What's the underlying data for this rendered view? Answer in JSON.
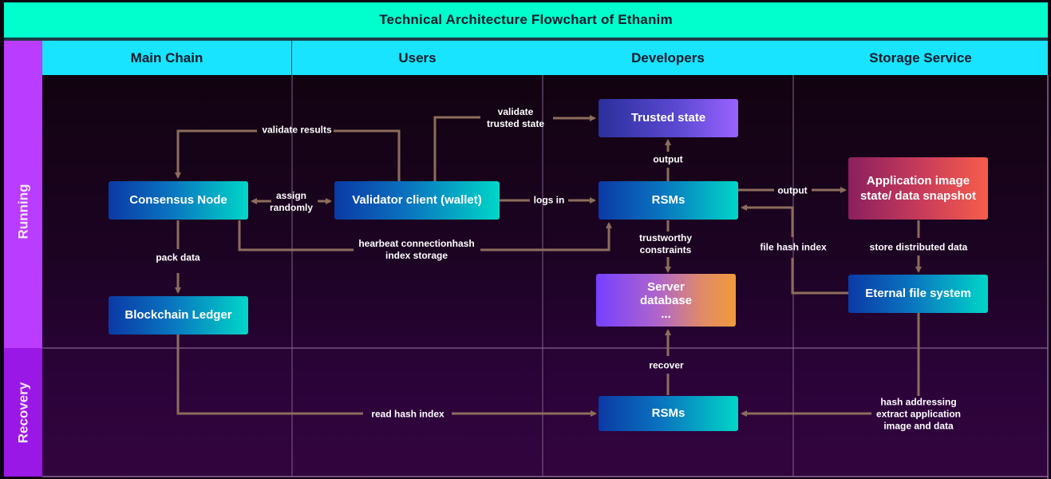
{
  "title": "Technical Architecture Flowchart of Ethanim",
  "columns": [
    "Main Chain",
    "Users",
    "Developers",
    "Storage Service"
  ],
  "rows": [
    "Running",
    "Recovery"
  ],
  "colors": {
    "title_bg": "#00ffcc",
    "column_header_bg": "#19e4ff",
    "row_running_bg": "#b93cff",
    "row_recovery_bg": "#9a18e6",
    "connector": "#8c6d5c"
  },
  "nodes": {
    "consensus_node": "Consensus Node",
    "blockchain_ledger": "Blockchain Ledger",
    "validator_client": "Validator client (wallet)",
    "trusted_state": "Trusted state",
    "rsms_running": "RSMs",
    "server_database": "Server\ndatabase\n...",
    "app_image": "Application image\nstate/ data snapshot",
    "eternal_fs": "Eternal file system",
    "rsms_recovery": "RSMs"
  },
  "edges": {
    "validate_results": "validate results",
    "assign_randomly": "assign\nrandomly",
    "validate_trusted_state": "validate\ntrusted state",
    "logs_in": "logs in",
    "heartbeat": "hearbeat connectionhash\nindex storage",
    "pack_data": "pack data",
    "output_up": "output",
    "output_right": "output",
    "trustworthy_constraints": "trustworthy\nconstraints",
    "file_hash_index": "file hash index",
    "store_distributed": "store distributed data",
    "recover": "recover",
    "read_hash_index": "read hash index",
    "hash_addressing": "hash addressing\nextract application\nimage and data"
  }
}
